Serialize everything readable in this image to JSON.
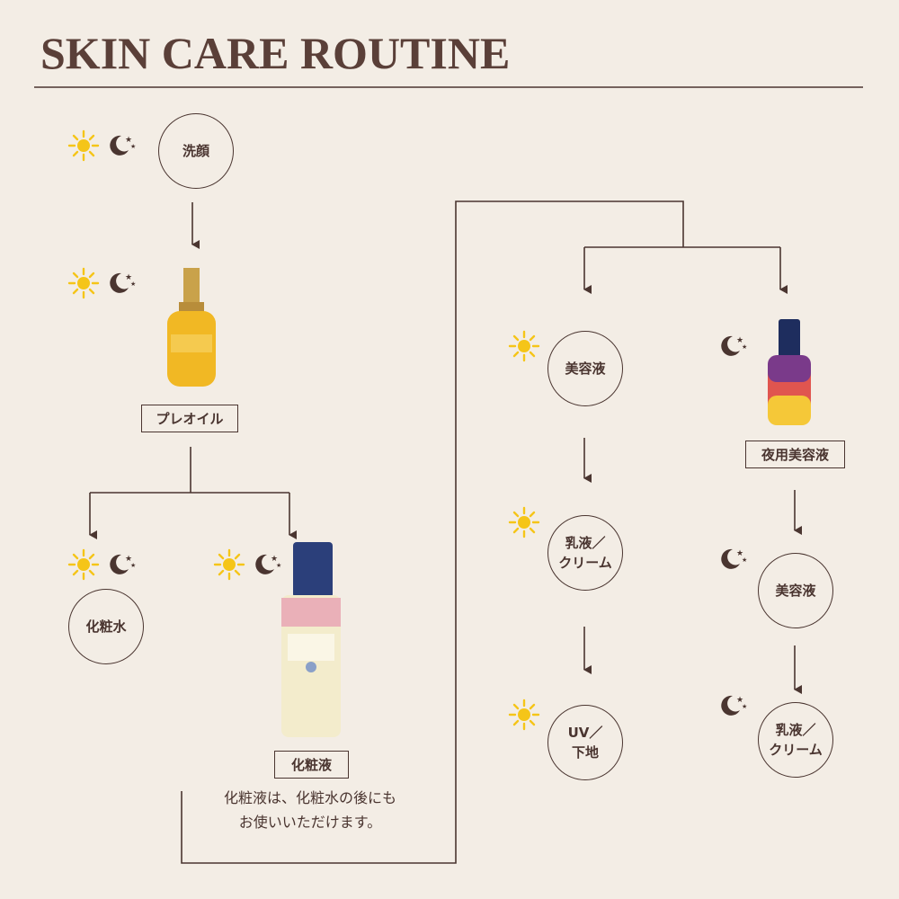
{
  "title": "SKIN CARE ROUTINE",
  "steps": {
    "cleanse": "洗顔",
    "pre_oil": "プレオイル",
    "toner": "化粧水",
    "essence_lotion": "化粧液",
    "note": "化粧液は、化粧水の後にも\nお使いいただけます。",
    "day_serum": "美容液",
    "day_emulsion": "乳液／\nクリーム",
    "uv": "UV／\n下地",
    "night_serum_product": "夜用美容液",
    "night_serum": "美容液",
    "night_emulsion": "乳液／\nクリーム"
  },
  "icons": {
    "day": "sun-icon",
    "night": "moon-stars-icon"
  },
  "colors": {
    "background": "#f3ede5",
    "line": "#4a3530",
    "sun": "#f5c518"
  }
}
